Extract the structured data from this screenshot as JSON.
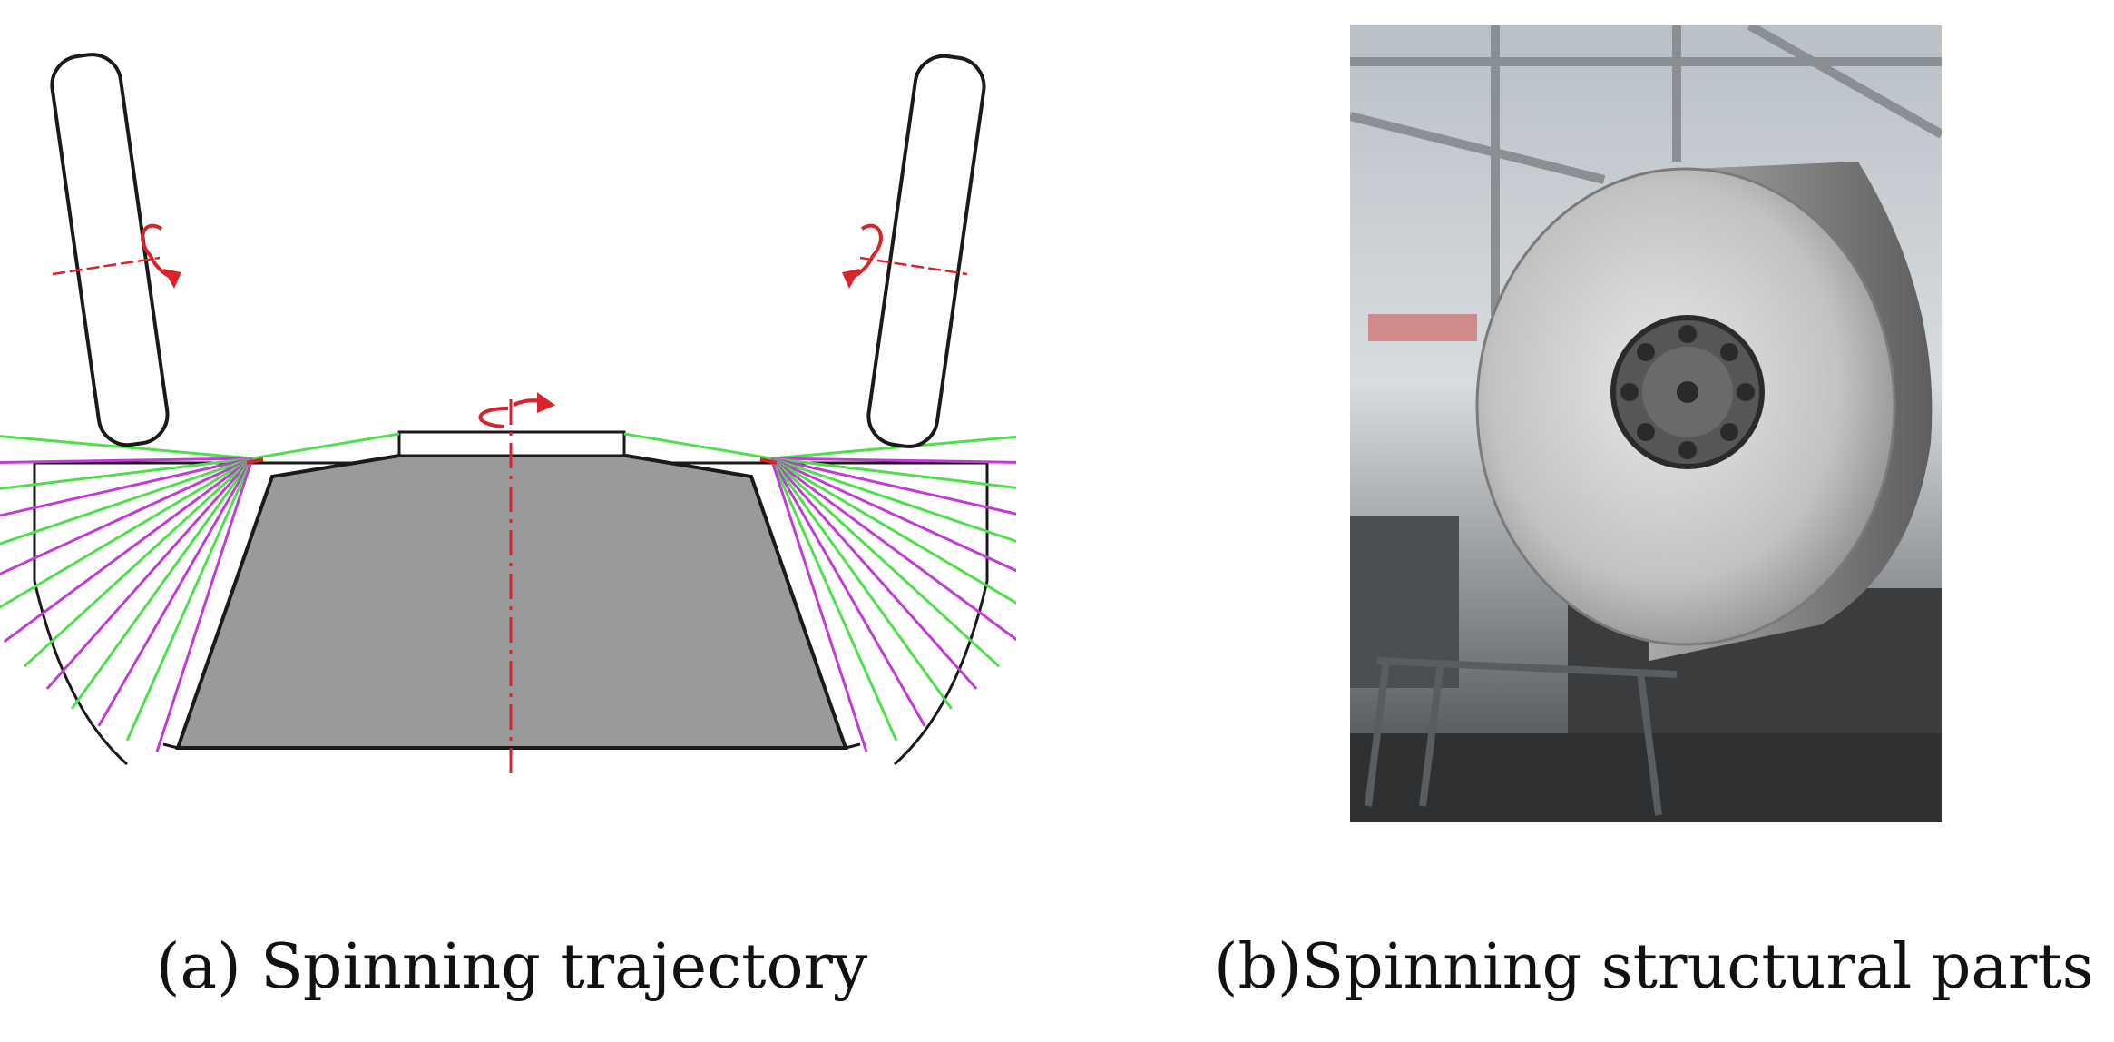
{
  "figure": {
    "panel_a": {
      "caption": "(a) Spinning trajectory",
      "colors": {
        "outline": "#1a1a1a",
        "mandrel": "#9a9a9a",
        "trajectory_green": "#4ee04a",
        "trajectory_magenta": "#c23bd6",
        "rotation_arrow": "#d9232b",
        "axis_line": "#d9232b"
      },
      "icons": [
        "roller-left-icon",
        "roller-right-icon",
        "rotation-arrow-icon"
      ]
    },
    "panel_b": {
      "caption": "(b)Spinning structural parts",
      "depicts": "photo",
      "colors": {
        "workpiece": "#c9c9c9",
        "background_factory": "#6f7478"
      }
    }
  }
}
